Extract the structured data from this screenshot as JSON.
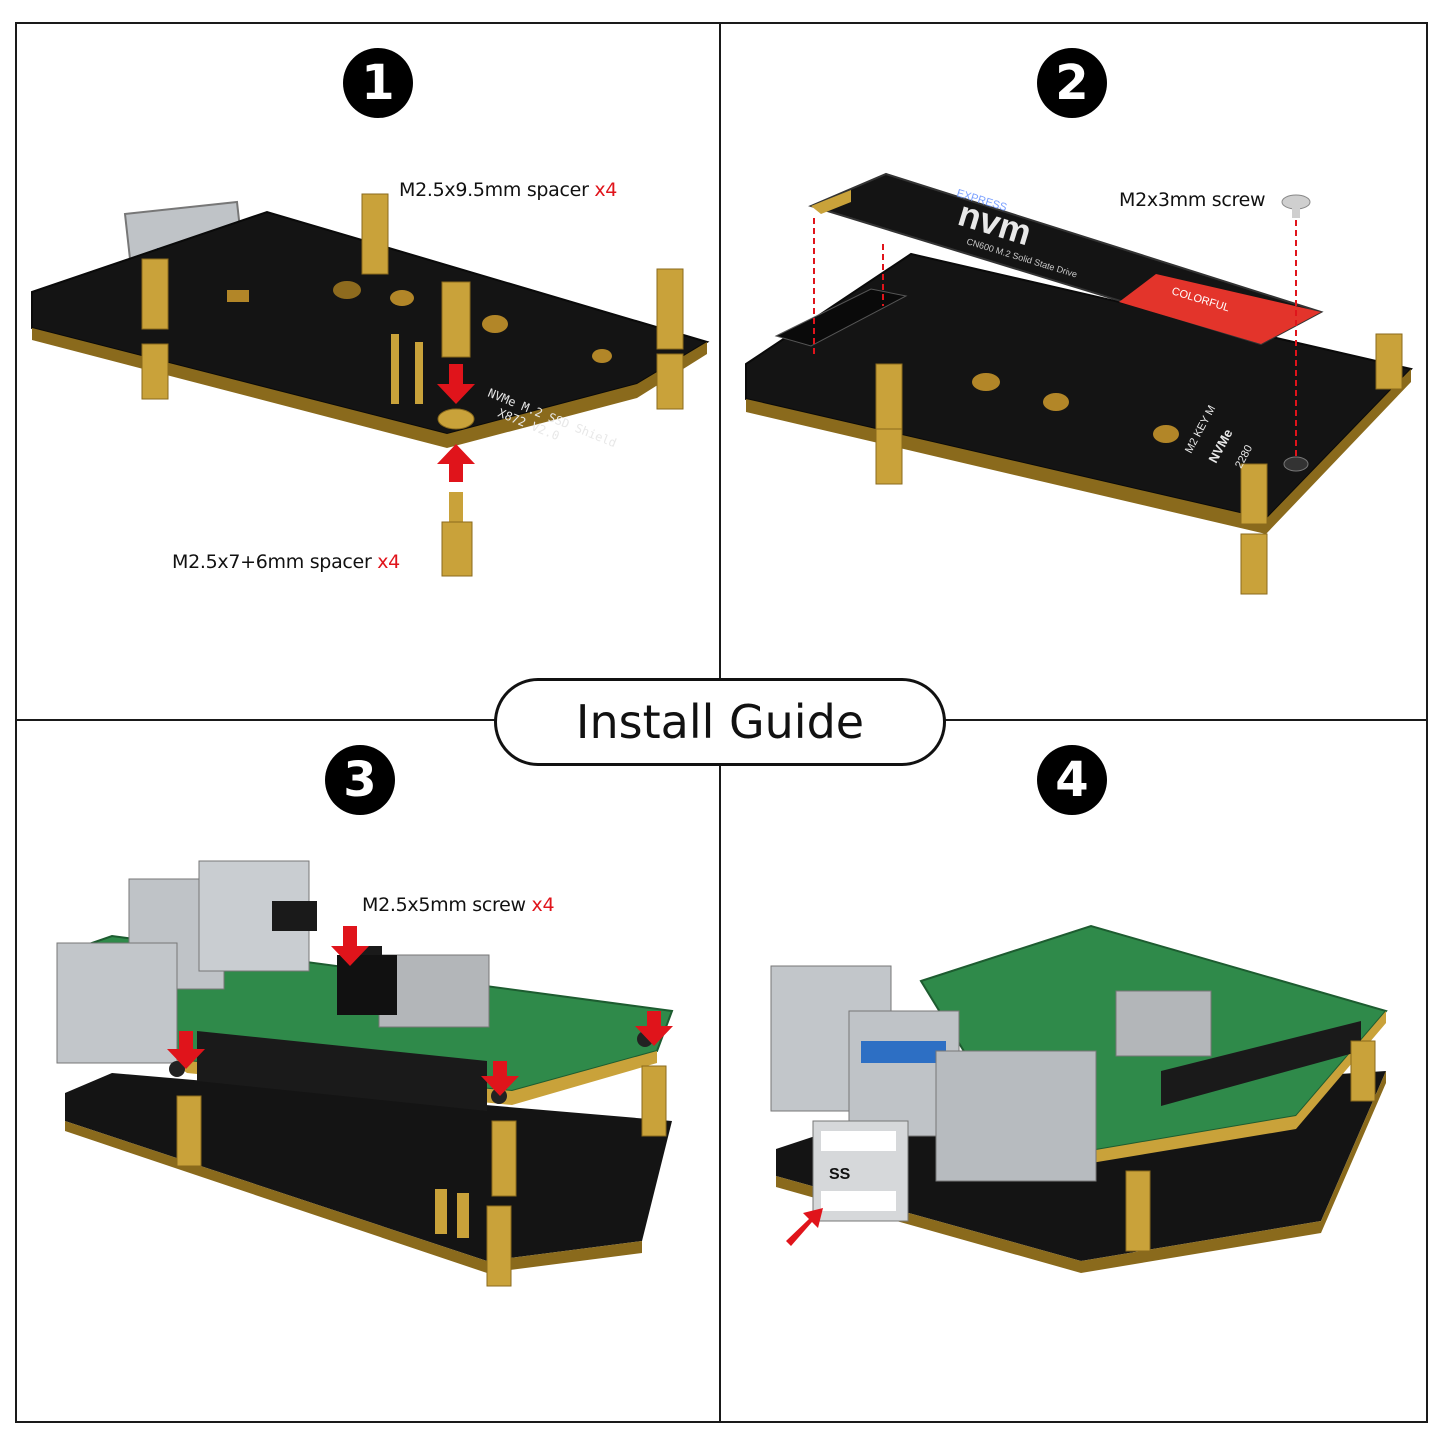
{
  "title": "Install Guide",
  "colors": {
    "accent": "#e0141b",
    "pcb": "#111111",
    "rpi": "#2f8a4a",
    "brass": "#c9a23a"
  },
  "steps": [
    {
      "number": "1",
      "labels": [
        {
          "text": "M2.5x9.5mm spacer",
          "qty": "x4"
        },
        {
          "text": "M2.5x7+6mm spacer",
          "qty": "x4"
        }
      ]
    },
    {
      "number": "2",
      "labels": [
        {
          "text": "M2x3mm screw"
        }
      ],
      "ssd_text": {
        "brand": "nvm",
        "sub": "EXPRESS",
        "model": "CN600 M.2 Solid State Drive",
        "maker": "COLORFUL"
      },
      "board_text": {
        "l1": "M2 KEY M",
        "l2": "NVMe",
        "l3": "2280"
      }
    },
    {
      "number": "3",
      "labels": [
        {
          "text": "M2.5x5mm screw",
          "qty": "x4"
        }
      ]
    },
    {
      "number": "4",
      "labels": []
    }
  ]
}
